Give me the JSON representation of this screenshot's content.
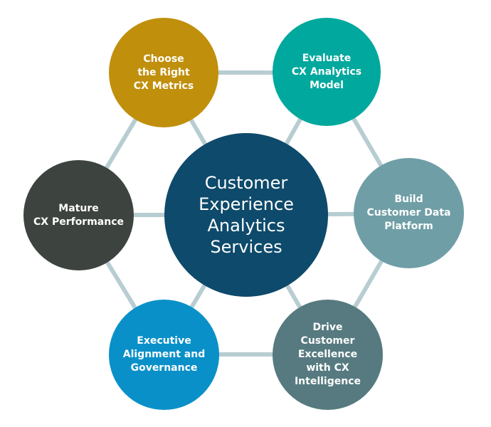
{
  "center": {
    "label": "Customer\nExperience\nAnalytics\nServices",
    "color": "#0e4a6b"
  },
  "nodes": {
    "top_left": {
      "label": "Choose\nthe Right\nCX Metrics",
      "color": "#c08f0c"
    },
    "top_right": {
      "label": "Evaluate\nCX Analytics\nModel",
      "color": "#00a89d"
    },
    "right": {
      "label": "Build\nCustomer Data\nPlatform",
      "color": "#6f9ea6"
    },
    "bottom_right": {
      "label": "Drive\nCustomer\nExcellence\nwith CX\nIntelligence",
      "color": "#567a80"
    },
    "bottom_left": {
      "label": "Executive\nAlignment and\nGovernance",
      "color": "#0a90c8"
    },
    "left": {
      "label": "Mature\nCX Performance",
      "color": "#3d4440"
    }
  },
  "connector_color": "#b7cdd2"
}
